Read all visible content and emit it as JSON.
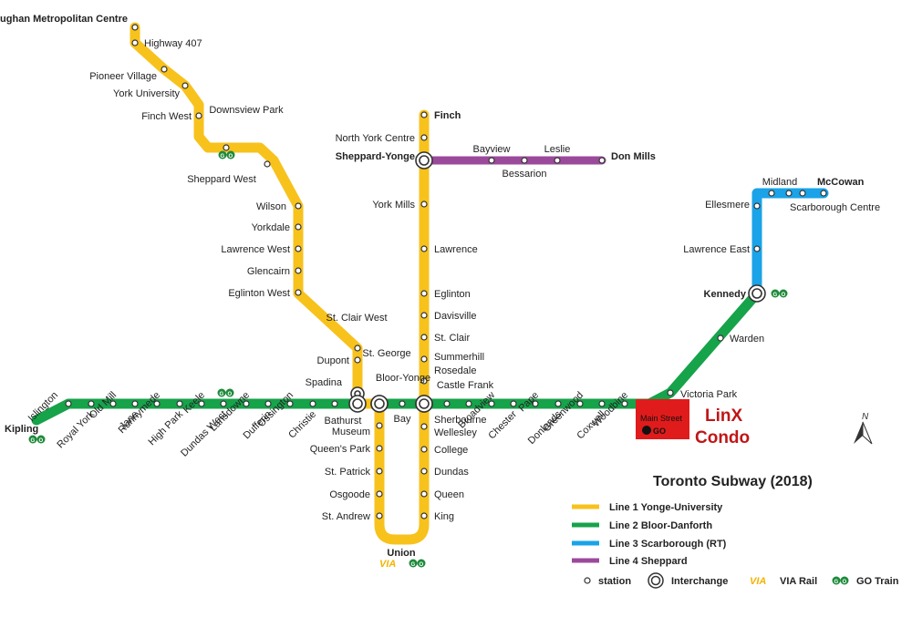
{
  "title": "Toronto Subway (2018)",
  "colors": {
    "line1": "#f8c21c",
    "line2": "#16a34a",
    "line3": "#1aa3e8",
    "line4": "#9b4a9b",
    "highlight": "#e01b1b",
    "highlight_text": "#c01616",
    "go": "#1e8a3a",
    "via": "#f4b400"
  },
  "lines": [
    {
      "id": "line1",
      "name": "Line 1 Yonge-University"
    },
    {
      "id": "line2",
      "name": "Line 2 Bloor-Danforth"
    },
    {
      "id": "line3",
      "name": "Line 3 Scarborough (RT)"
    },
    {
      "id": "line4",
      "name": "Line 4 Sheppard"
    }
  ],
  "legend_symbols": {
    "station": "station",
    "interchange": "Interchange",
    "via": "VIA Rail",
    "go": "GO Train"
  },
  "stations": {
    "line1_university": [
      "Vaughan Metropolitan Centre",
      "Highway 407",
      "Pioneer Village",
      "York University",
      "Finch West",
      "Downsview Park",
      "Sheppard West",
      "Wilson",
      "Yorkdale",
      "Lawrence West",
      "Glencairn",
      "Eglinton West",
      "St. Clair West",
      "Dupont",
      "Spadina",
      "St. George",
      "Museum",
      "Queen's Park",
      "St. Patrick",
      "Osgoode",
      "St. Andrew",
      "Union"
    ],
    "line1_yonge": [
      "Finch",
      "North York Centre",
      "Sheppard-Yonge",
      "York Mills",
      "Lawrence",
      "Eglinton",
      "Davisville",
      "St. Clair",
      "Summerhill",
      "Rosedale",
      "Bloor-Yonge",
      "Wellesley",
      "College",
      "Dundas",
      "Queen",
      "King"
    ],
    "line2": [
      "Kipling",
      "Islington",
      "Royal York",
      "Old Mill",
      "Jane",
      "Runnymede",
      "High Park",
      "Keele",
      "Dundas West",
      "Lansdowne",
      "Dufferin",
      "Ossington",
      "Christie",
      "Bathurst",
      "Spadina",
      "St. George",
      "Bay",
      "Bloor-Yonge",
      "Sherbourne",
      "Castle Frank",
      "Broadview",
      "Chester",
      "Pape",
      "Donlands",
      "Greenwood",
      "Coxwell",
      "Woodbine",
      "Main Street",
      "Victoria Park",
      "Warden",
      "Kennedy"
    ],
    "line3": [
      "Kennedy",
      "Lawrence East",
      "Ellesmere",
      "Midland",
      "Scarborough Centre",
      "McCowan"
    ],
    "line4": [
      "Sheppard-Yonge",
      "Bayview",
      "Bessarion",
      "Leslie",
      "Don Mills"
    ]
  },
  "highlight": {
    "line1": "LinX",
    "line2": "Condo"
  },
  "compass": "N"
}
